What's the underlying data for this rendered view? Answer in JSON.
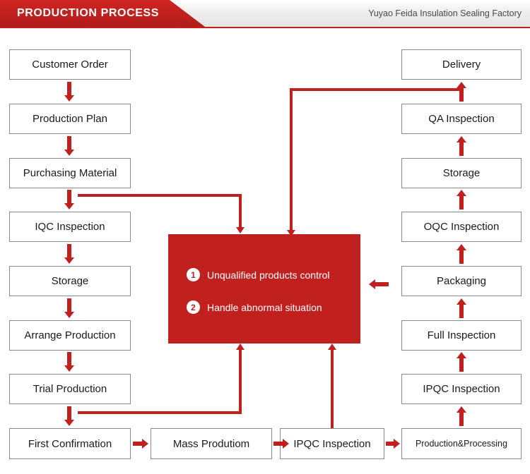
{
  "header": {
    "title": "PRODUCTION PROCESS",
    "company": "Yuyao Feida Insulation Sealing Factory",
    "accent_color": "#c0211f",
    "text_color": "#4a4a4a"
  },
  "left_column": {
    "steps": [
      {
        "label": "Customer Order"
      },
      {
        "label": "Production Plan"
      },
      {
        "label": "Purchasing Material"
      },
      {
        "label": "IQC Inspection"
      },
      {
        "label": "Storage"
      },
      {
        "label": "Arrange Production"
      },
      {
        "label": "Trial Production"
      }
    ]
  },
  "bottom_row": {
    "steps": [
      {
        "label": "First Confirmation"
      },
      {
        "label": "Mass Produtiom"
      },
      {
        "label": "IPQC Inspection"
      },
      {
        "label": "Production&Processing"
      }
    ]
  },
  "right_column": {
    "steps": [
      {
        "label": "Delivery"
      },
      {
        "label": "QA Inspection"
      },
      {
        "label": "Storage"
      },
      {
        "label": "OQC Inspection"
      },
      {
        "label": "Packaging"
      },
      {
        "label": "Full Inspection"
      },
      {
        "label": "IPQC Inspection"
      }
    ]
  },
  "center_panel": {
    "background_color": "#c0211f",
    "items": [
      {
        "number": "1",
        "label": "Unqualified products control"
      },
      {
        "number": "2",
        "label": "Handle abnormal situation"
      }
    ]
  }
}
